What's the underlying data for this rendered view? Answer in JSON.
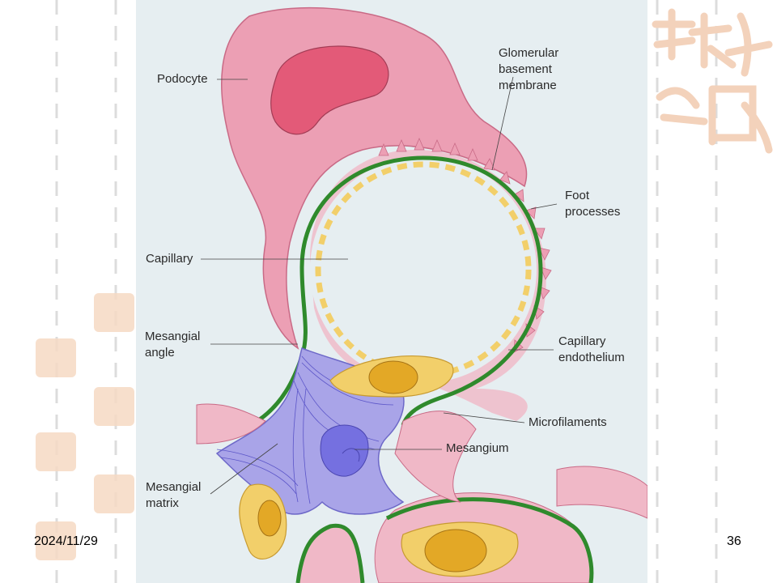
{
  "labels": {
    "podocyte": "Podocyte",
    "gbm": "Glomerular\nbasement\nmembrane",
    "foot_processes": "Foot\nprocesses",
    "capillary": "Capillary",
    "mesangial_angle": "Mesangial\nangle",
    "capillary_endothelium": "Capillary\nendothelium",
    "microfilaments": "Microfilaments",
    "mesangium": "Mesangium",
    "mesangial_matrix": "Mesangial\nmatrix"
  },
  "footer": {
    "date": "2024/11/29",
    "page_number": "36"
  },
  "colors": {
    "podocyte_pink": "#ec9fb4",
    "nucleus_red": "#e35a78",
    "gbm_green": "#2f8a2c",
    "endothelium_yellow": "#f2cf6a",
    "mesangium_blue": "#a9a4e8",
    "mesangium_nucleus": "#7570e0",
    "figure_bg": "#e6eef1",
    "seal": "#f6d9c3"
  }
}
